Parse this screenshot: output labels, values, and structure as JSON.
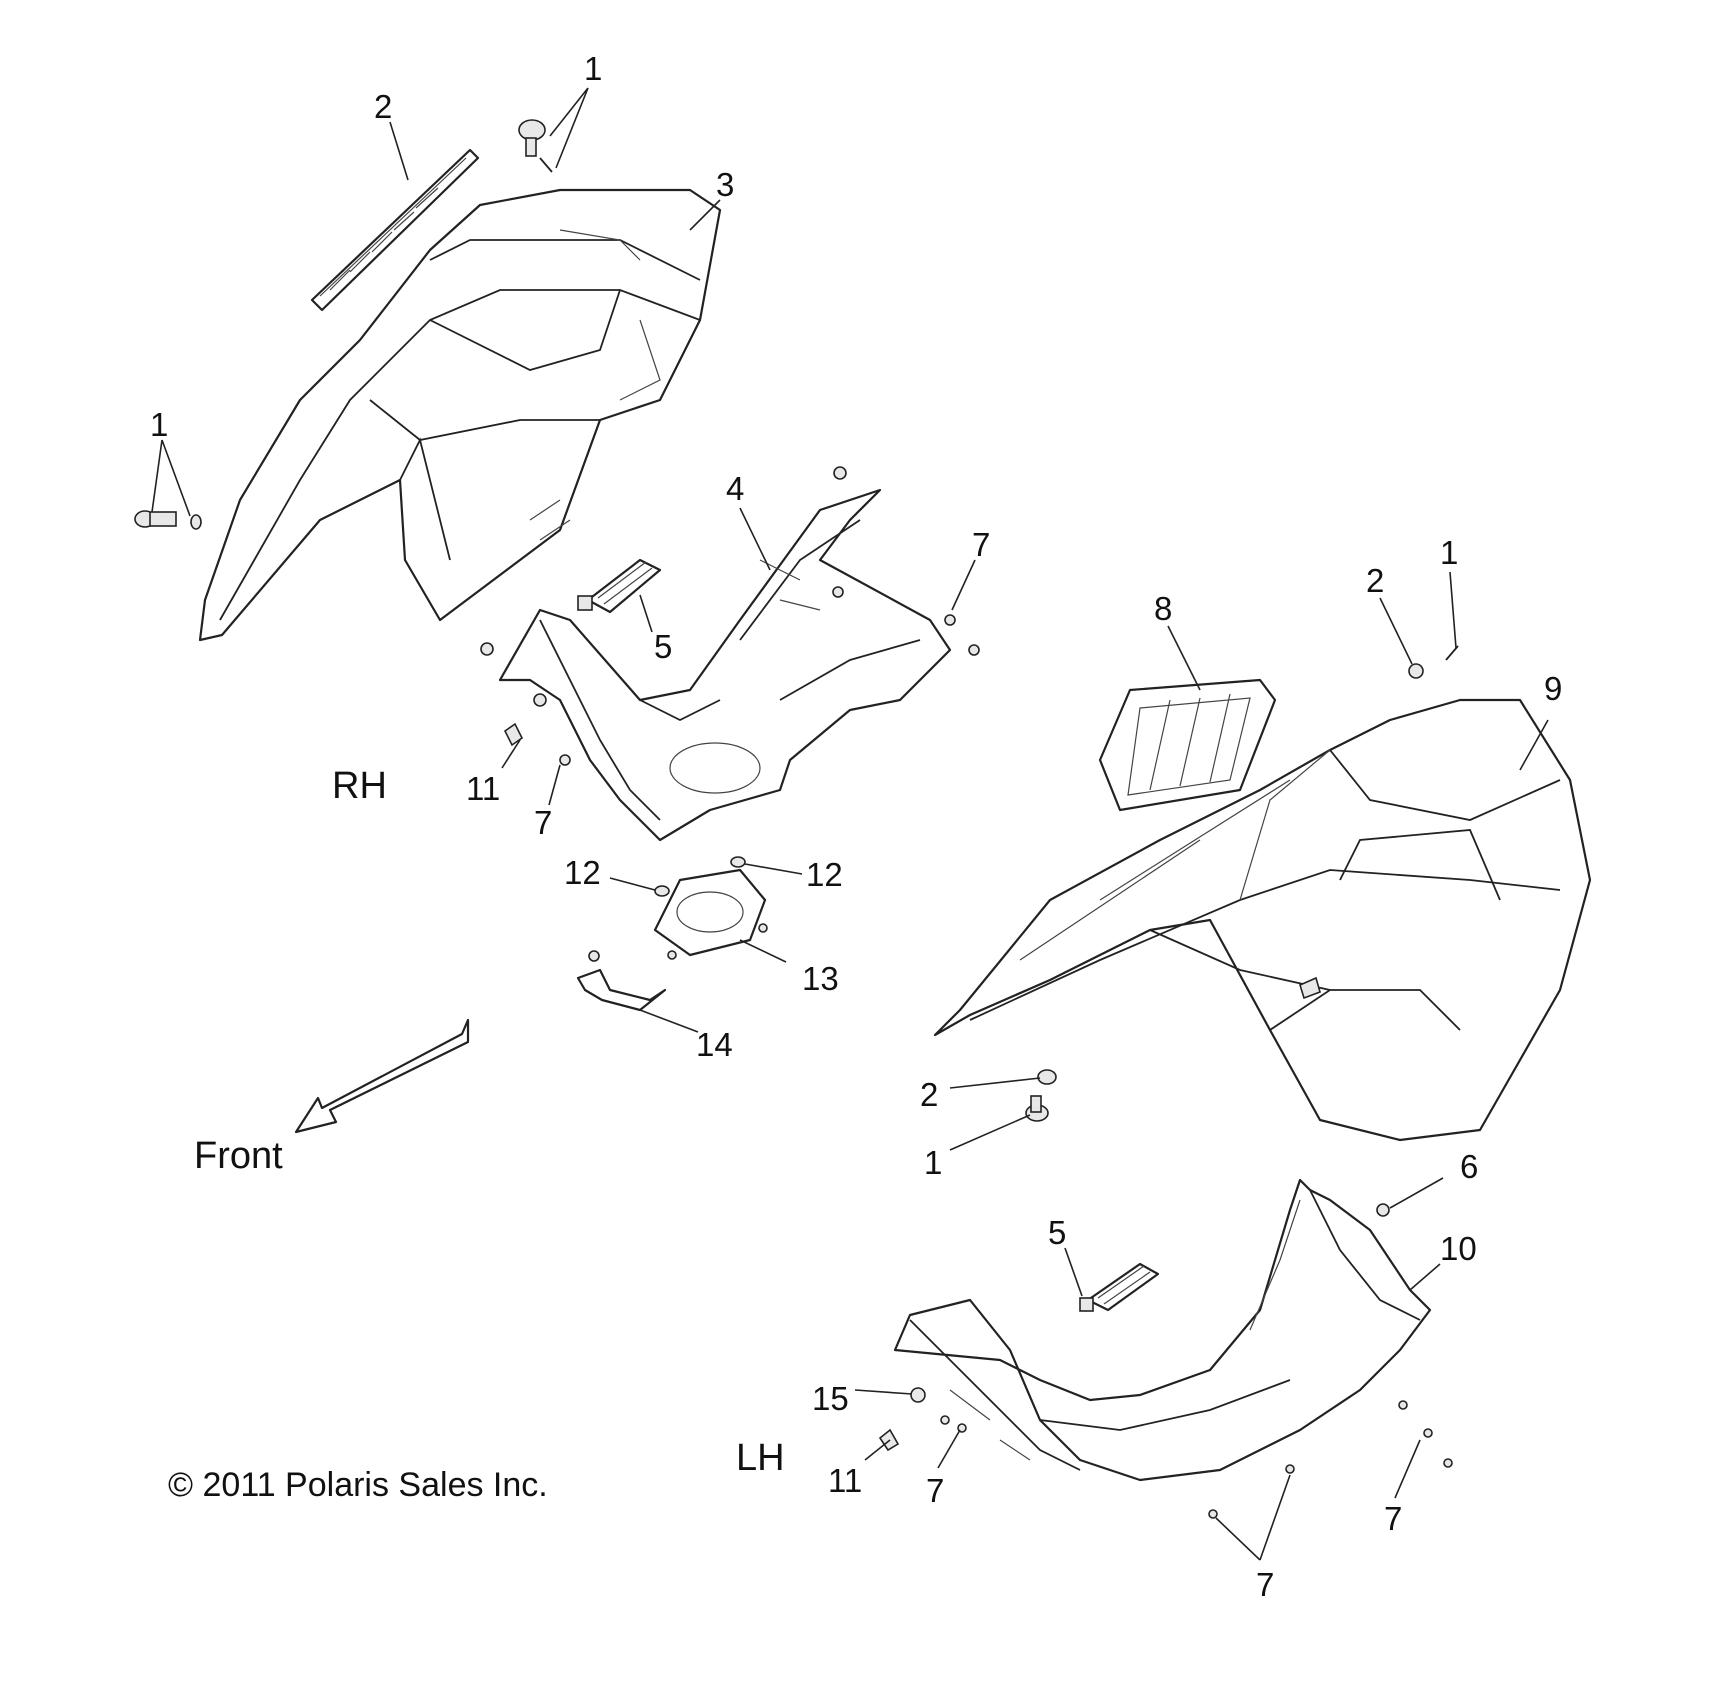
{
  "labels": {
    "rh": "RH",
    "lh": "LH",
    "front": "Front",
    "copyright": "© 2011 Polaris Sales Inc."
  },
  "callouts": [
    {
      "id": "c1a",
      "text": "1"
    },
    {
      "id": "c2a",
      "text": "2"
    },
    {
      "id": "c3",
      "text": "3"
    },
    {
      "id": "c1b",
      "text": "1"
    },
    {
      "id": "c4",
      "text": "4"
    },
    {
      "id": "c7a",
      "text": "7"
    },
    {
      "id": "c5a",
      "text": "5"
    },
    {
      "id": "c8",
      "text": "8"
    },
    {
      "id": "c2b",
      "text": "2"
    },
    {
      "id": "c1c",
      "text": "1"
    },
    {
      "id": "c9",
      "text": "9"
    },
    {
      "id": "c11a",
      "text": "11"
    },
    {
      "id": "c7b",
      "text": "7"
    },
    {
      "id": "c12a",
      "text": "12"
    },
    {
      "id": "c12b",
      "text": "12"
    },
    {
      "id": "c13",
      "text": "13"
    },
    {
      "id": "c14",
      "text": "14"
    },
    {
      "id": "c2c",
      "text": "2"
    },
    {
      "id": "c1d",
      "text": "1"
    },
    {
      "id": "c6",
      "text": "6"
    },
    {
      "id": "c5b",
      "text": "5"
    },
    {
      "id": "c10",
      "text": "10"
    },
    {
      "id": "c15",
      "text": "15"
    },
    {
      "id": "c11b",
      "text": "11"
    },
    {
      "id": "c7c",
      "text": "7"
    },
    {
      "id": "c7d",
      "text": "7"
    },
    {
      "id": "c7e",
      "text": "7"
    }
  ]
}
